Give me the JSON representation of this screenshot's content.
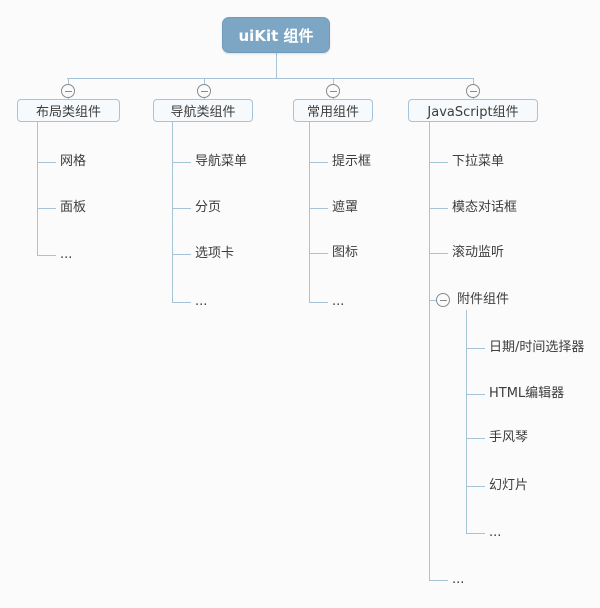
{
  "app": {
    "type": "mindmap",
    "background": "#fbfbfb"
  },
  "colors": {
    "root_fill": "#7da6c5",
    "root_text": "#ffffff",
    "node_fill": "#f7fafc",
    "node_border": "#a5c3da",
    "connector_line": "#a7c3d8",
    "leaf_text": "#3d3d3d",
    "collapse_icon": "#8a8a8a"
  },
  "icons": {
    "collapse": "minus-circle"
  },
  "tree": {
    "root": {
      "label": "uiKit 组件"
    },
    "branches": [
      {
        "label": "布局类组件",
        "children": [
          "网格",
          "面板",
          "..."
        ]
      },
      {
        "label": "导航类组件",
        "children": [
          "导航菜单",
          "分页",
          "选项卡",
          "..."
        ]
      },
      {
        "label": "常用组件",
        "children": [
          "提示框",
          "遮罩",
          "图标",
          "..."
        ]
      },
      {
        "label": "JavaScript组件",
        "children": [
          "下拉菜单",
          "模态对话框",
          "滚动监听"
        ],
        "subgroup": {
          "label": "附件组件",
          "children": [
            "日期/时间选择器",
            "HTML编辑器",
            "手风琴",
            "幻灯片",
            "..."
          ]
        },
        "tail": "..."
      }
    ]
  }
}
